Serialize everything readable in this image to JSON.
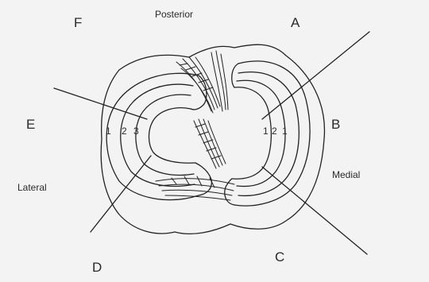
{
  "diagram": {
    "orientation": {
      "top": "Posterior",
      "left": "Lateral",
      "right": "Medial"
    },
    "sector_letters": {
      "a": "A",
      "b": "B",
      "c": "C",
      "d": "D",
      "e": "E",
      "f": "F"
    },
    "lateral_zones": [
      "1",
      "2",
      "3"
    ],
    "medial_zones": [
      "1",
      "2",
      "1"
    ],
    "colors": {
      "background": "#f3f3f3",
      "line": "#222222"
    }
  }
}
